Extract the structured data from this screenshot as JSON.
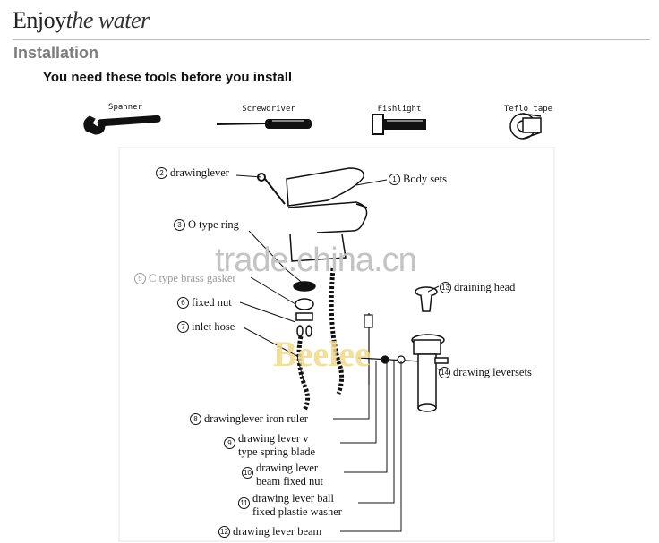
{
  "header": {
    "logo_part1": "Enjoy",
    "logo_part2": "the water",
    "section_title": "Installation",
    "lead_text": "You need these tools before you install"
  },
  "tools": [
    {
      "label": "Spanner",
      "icon": "spanner-icon"
    },
    {
      "label": "Screwdriver",
      "icon": "screwdriver-icon"
    },
    {
      "label": "Fishlight",
      "icon": "flashlight-icon"
    },
    {
      "label": "Teflo tape",
      "icon": "tape-icon"
    }
  ],
  "parts": {
    "p1": {
      "num": "1",
      "label": "Body sets"
    },
    "p2": {
      "num": "2",
      "label": "drawinglever"
    },
    "p3": {
      "num": "3",
      "label": "O type ring"
    },
    "p5": {
      "num": "5",
      "label": "C type brass gasket"
    },
    "p6": {
      "num": "6",
      "label": "fixed nut"
    },
    "p7": {
      "num": "7",
      "label": "inlet hose"
    },
    "p8": {
      "num": "8",
      "label": "drawinglever iron ruler"
    },
    "p9": {
      "num": "9",
      "line1": "drawing lever v",
      "line2": "type spring blade"
    },
    "p10": {
      "num": "10",
      "line1": "drawing lever",
      "line2": "beam fixed nut"
    },
    "p11": {
      "num": "11",
      "line1": "drawing lever ball",
      "line2": "fixed plastie washer"
    },
    "p12": {
      "num": "12",
      "label": "drawing lever beam"
    },
    "p13": {
      "num": "13",
      "label": "draining head"
    },
    "p14": {
      "num": "14",
      "label": "drawing leversets"
    }
  },
  "watermarks": {
    "site": "trade.china.cn",
    "brand": "Beelee"
  }
}
